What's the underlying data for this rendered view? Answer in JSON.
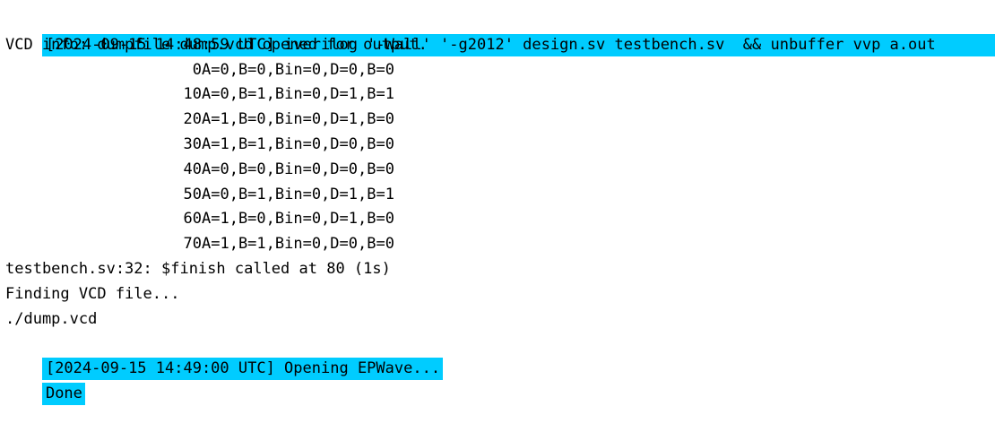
{
  "console": {
    "lines": [
      {
        "kind": "cmd",
        "text": "[2024-09-15 14:48:59 UTC] iverilog '-Wall' '-g2012' design.sv testbench.sv  && unbuffer vvp a.out"
      },
      {
        "kind": "out",
        "text": "VCD info: dumpfile dump.vcd opened for output."
      }
    ],
    "sim": [
      {
        "time": "0",
        "values": "A=0,B=0,Bin=0,D=0,B=0"
      },
      {
        "time": "10",
        "values": "A=0,B=1,Bin=0,D=1,B=1"
      },
      {
        "time": "20",
        "values": "A=1,B=0,Bin=0,D=1,B=0"
      },
      {
        "time": "30",
        "values": "A=1,B=1,Bin=0,D=0,B=0"
      },
      {
        "time": "40",
        "values": "A=0,B=0,Bin=0,D=0,B=0"
      },
      {
        "time": "50",
        "values": "A=0,B=1,Bin=0,D=1,B=1"
      },
      {
        "time": "60",
        "values": "A=1,B=0,Bin=0,D=1,B=0"
      },
      {
        "time": "70",
        "values": "A=1,B=1,Bin=0,D=0,B=0"
      }
    ],
    "finish": "testbench.sv:32: $finish called at 80 (1s)",
    "finding": "Finding VCD file...",
    "vcd_path": "./dump.vcd",
    "epwave": "[2024-09-15 14:49:00 UTC] Opening EPWave...",
    "done": "Done"
  },
  "colors": {
    "highlight": "#00ccff",
    "text": "#000000",
    "background": "#ffffff"
  }
}
